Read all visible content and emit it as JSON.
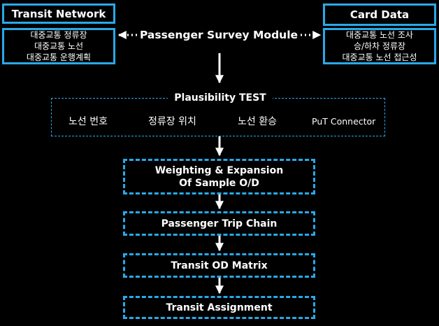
{
  "transit_network": {
    "title": "Transit Network",
    "items": [
      "대중교통 정류장",
      "대중교통 노선",
      "대중교통 운행계획"
    ]
  },
  "card_data": {
    "title": "Card Data",
    "items": [
      "대중교통 노선 조사",
      "승/하차 정류장",
      "대중교통 노선 접근성"
    ]
  },
  "survey_module": "Passenger Survey Module",
  "plausibility": {
    "title": "Plausibility TEST",
    "checks": [
      "노선 번호",
      "정류장 위치",
      "노선 환승",
      "PuT Connector"
    ]
  },
  "steps": [
    [
      "Weighting & Expansion",
      "Of Sample O/D"
    ],
    [
      "Passenger Trip Chain"
    ],
    [
      "Transit OD Matrix"
    ],
    [
      "Transit Assignment"
    ]
  ],
  "colors": {
    "accent": "#29a9e8",
    "background": "#000000",
    "text": "#ffffff"
  }
}
